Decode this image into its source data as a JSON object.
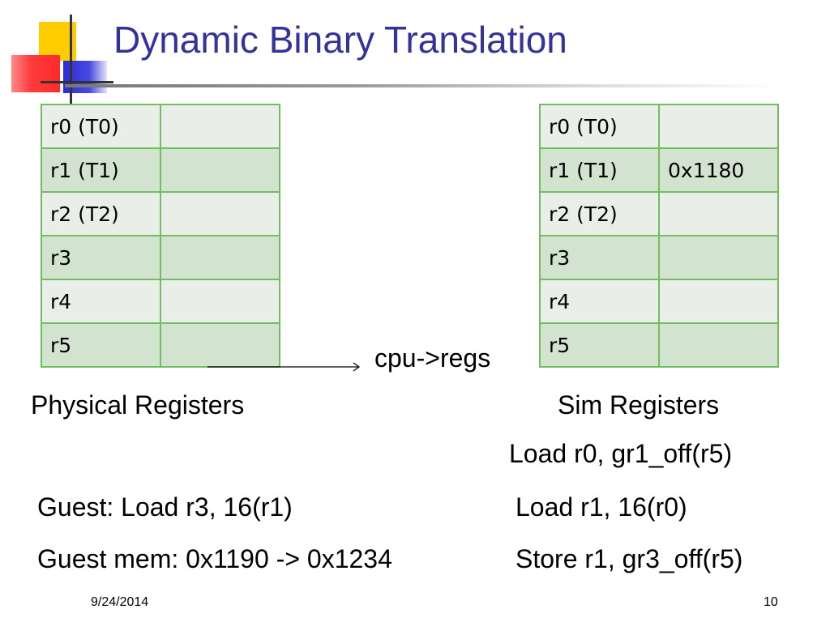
{
  "title": "Dynamic Binary Translation",
  "physical_registers": {
    "caption": "Physical Registers",
    "rows": [
      {
        "name": "r0 (T0)",
        "value": ""
      },
      {
        "name": "r1 (T1)",
        "value": ""
      },
      {
        "name": "r2 (T2)",
        "value": ""
      },
      {
        "name": "r3",
        "value": ""
      },
      {
        "name": "r4",
        "value": ""
      },
      {
        "name": "r5",
        "value": ""
      }
    ]
  },
  "sim_registers": {
    "caption": "Sim Registers",
    "rows": [
      {
        "name": "r0 (T0)",
        "value": ""
      },
      {
        "name": "r1 (T1)",
        "value": "0x1180"
      },
      {
        "name": "r2 (T2)",
        "value": ""
      },
      {
        "name": "r3",
        "value": ""
      },
      {
        "name": "r4",
        "value": ""
      },
      {
        "name": "r5",
        "value": ""
      }
    ]
  },
  "arrow_label": "cpu->regs",
  "guest_instruction": "Guest: Load r3, 16(r1)",
  "guest_memory": "Guest mem: 0x1190 -> 0x1234",
  "translated_code": [
    "Load r0, gr1_off(r5)",
    "Load r1, 16(r0)",
    "Store r1, gr3_off(r5)"
  ],
  "footer": {
    "date": "9/24/2014",
    "page_number": "10"
  },
  "colors": {
    "title": "#333399",
    "table_border": "#6fbf5f",
    "row_light": "#e9efe8",
    "row_dark": "#d2e4cf"
  }
}
